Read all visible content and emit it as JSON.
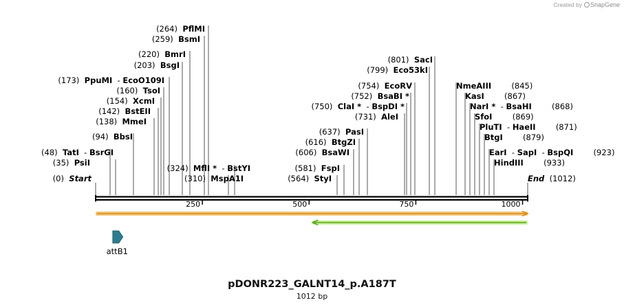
{
  "header": {
    "credit_prefix": "Created by",
    "credit_brand": "SnapGene"
  },
  "plasmid": {
    "name": "pDONR223_GALNT14_p.A187T",
    "length_label": "1012 bp",
    "length": 1012
  },
  "ends": {
    "start_pos": "(0)",
    "start_label": "Start",
    "end_label": "End",
    "end_pos": "(1012)"
  },
  "ticks": [
    {
      "value": 250,
      "label": "250"
    },
    {
      "value": 500,
      "label": "500"
    },
    {
      "value": 750,
      "label": "750"
    },
    {
      "value": 1000,
      "label": "1000"
    }
  ],
  "sites": [
    {
      "pos": 35,
      "prefix": "(35)",
      "names": [
        "PsiI"
      ],
      "connect": 168
    },
    {
      "pos": 48,
      "prefix": "(48)",
      "names": [
        "TatI",
        "BsrGI"
      ],
      "connect": 160
    },
    {
      "pos": 94,
      "prefix": "(94)",
      "names": [
        "BbsI"
      ],
      "connect": 194
    },
    {
      "pos": 138,
      "prefix": "(138)",
      "names": [
        "MmeI"
      ],
      "connect": 224
    },
    {
      "pos": 142,
      "prefix": "(142)",
      "names": [
        "BstEII"
      ],
      "connect": 230
    },
    {
      "pos": 154,
      "prefix": "(154)",
      "names": [
        "XcmI"
      ],
      "connect": 234
    },
    {
      "pos": 160,
      "prefix": "(160)",
      "names": [
        "TsoI"
      ],
      "connect": 238
    },
    {
      "pos": 173,
      "prefix": "(173)",
      "names": [
        "PpuMI",
        "EcoO109I"
      ],
      "connect": 246
    },
    {
      "pos": 203,
      "prefix": "(203)",
      "names": [
        "BsgI"
      ],
      "connect": 265
    },
    {
      "pos": 220,
      "prefix": "(220)",
      "names": [
        "BmrI"
      ],
      "connect": 276
    },
    {
      "pos": 259,
      "prefix": "(259)",
      "names": [
        "BsmI"
      ],
      "connect": 297
    },
    {
      "pos": 264,
      "prefix": "(264)",
      "names": [
        "PflMI"
      ],
      "connect": 303
    },
    {
      "pos": 310,
      "prefix": "(310)",
      "names": [
        "MspA1I"
      ],
      "connect": 332
    },
    {
      "pos": 324,
      "prefix": "(324)",
      "names": [
        "MflI *",
        "BstYI"
      ],
      "connect": 341
    },
    {
      "pos": 564,
      "prefix": "(564)",
      "names": [
        "StyI"
      ],
      "connect": 490
    },
    {
      "pos": 581,
      "prefix": "(581)",
      "names": [
        "FspI"
      ],
      "connect": 500
    },
    {
      "pos": 606,
      "prefix": "(606)",
      "names": [
        "BsaWI"
      ],
      "connect": 514
    },
    {
      "pos": 616,
      "prefix": "(616)",
      "names": [
        "BtgZI"
      ],
      "connect": 522
    },
    {
      "pos": 637,
      "prefix": "(637)",
      "names": [
        "PasI"
      ],
      "connect": 534
    },
    {
      "pos": 731,
      "prefix": "(731)",
      "names": [
        "AleI"
      ],
      "connect": 588
    },
    {
      "pos": 750,
      "prefix": "(750)",
      "names": [
        "ClaI *",
        "BspDI *"
      ],
      "connect": 591
    },
    {
      "pos": 752,
      "prefix": "(752)",
      "names": [
        "BsaBI *"
      ],
      "connect": 597
    },
    {
      "pos": 754,
      "prefix": "(754)",
      "names": [
        "EcoRV"
      ],
      "connect": 603
    },
    {
      "pos": 799,
      "prefix": "(799)",
      "names": [
        "Eco53kI"
      ],
      "connect": 624
    },
    {
      "pos": 801,
      "prefix": "(801)",
      "names": [
        "SacI"
      ],
      "connect": 632
    },
    {
      "pos": 845,
      "prefix": "(845)",
      "names": [
        "NmeAIII"
      ],
      "connect": 663
    },
    {
      "pos": 867,
      "prefix": "(867)",
      "names": [
        "KasI"
      ],
      "connect": 676
    },
    {
      "pos": 868,
      "prefix": "(868)",
      "names": [
        "NarI *",
        "BsaHI"
      ],
      "connect": 683
    },
    {
      "pos": 869,
      "prefix": "(869)",
      "names": [
        "SfoI"
      ],
      "connect": 690
    },
    {
      "pos": 871,
      "prefix": "(871)",
      "names": [
        "PluTI",
        "HaeII"
      ],
      "connect": 697
    },
    {
      "pos": 879,
      "prefix": "(879)",
      "names": [
        "BtgI"
      ],
      "connect": 704
    },
    {
      "pos": 923,
      "prefix": "(923)",
      "names": [
        "EarI",
        "SapI",
        "BspQI"
      ],
      "connect": 711
    },
    {
      "pos": 933,
      "prefix": "(933)",
      "names": [
        "HindIII"
      ],
      "connect": 718
    }
  ],
  "features": [
    {
      "name": "attB1",
      "start": 40,
      "end": 64,
      "direction": "forward",
      "color": "#2e7d8f"
    }
  ],
  "orfs": [
    {
      "start": 0,
      "end": 1012,
      "direction": "forward",
      "color": "#f2c77d",
      "stroke": "#d98c1a"
    },
    {
      "start": 508,
      "end": 1012,
      "direction": "reverse",
      "color": "#c9ec9a",
      "stroke": "#5aa61e"
    }
  ]
}
